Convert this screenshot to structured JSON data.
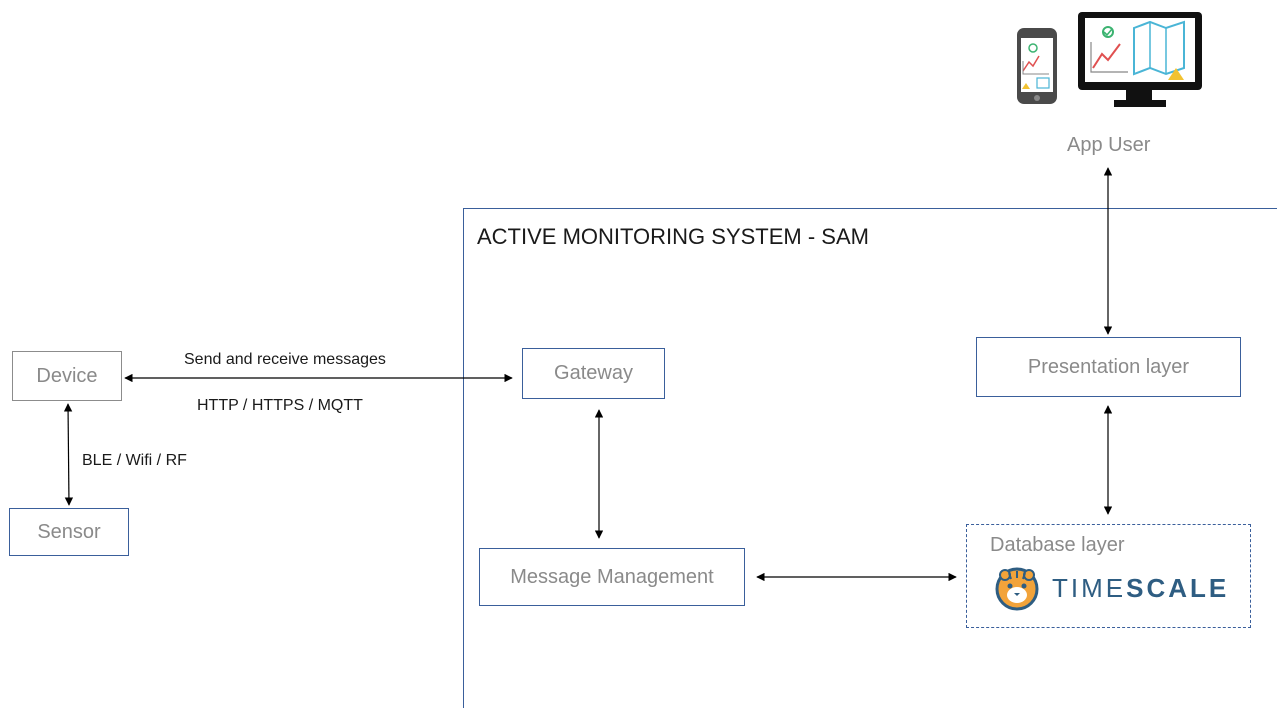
{
  "system": {
    "title": "ACTIVE MONITORING SYSTEM - SAM"
  },
  "nodes": {
    "device": "Device",
    "sensor": "Sensor",
    "gateway": "Gateway",
    "message_management": "Message Management",
    "presentation_layer": "Presentation layer",
    "database_layer": "Database layer",
    "app_user": "App User"
  },
  "edge_labels": {
    "device_gateway_top": "Send and receive messages",
    "device_gateway_bottom": "HTTP / HTTPS / MQTT",
    "device_sensor": "BLE / Wifi / RF"
  },
  "timescale_logo": {
    "prefix": "TIME",
    "suffix": "SCALE"
  },
  "colors": {
    "accent": "#3a5f9b",
    "node_text": "#8a8a8a",
    "timescale": "#2e5d82"
  },
  "icons": [
    "smartphone-icon",
    "desktop-monitor-icon",
    "timescale-tiger-icon"
  ]
}
